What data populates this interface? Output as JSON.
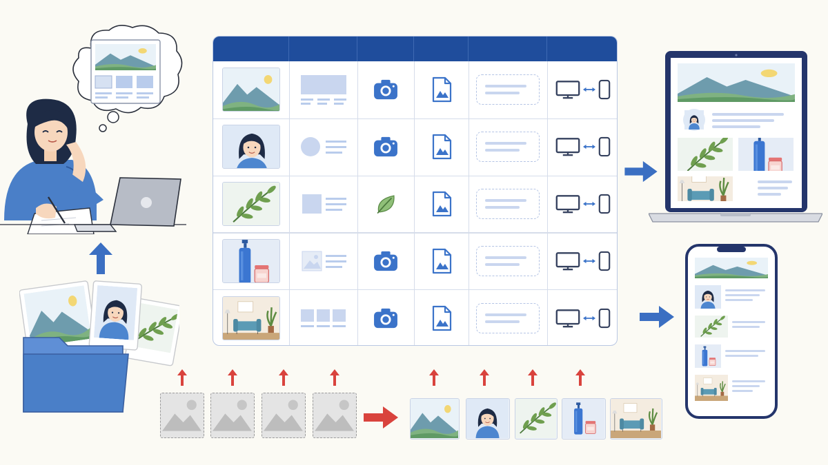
{
  "colors": {
    "header_blue": "#1f4d9c",
    "accent_blue": "#3b73c9",
    "arrow_red": "#d9433d",
    "light_blue": "#c9d6ef",
    "device_navy": "#24356b",
    "background": "#fbfaf4"
  },
  "icons": {
    "camera": "camera-icon",
    "image_file": "image-file-icon",
    "leaf": "leaf-icon",
    "monitor": "monitor-icon",
    "phone": "phone-icon",
    "folder": "folder-icon",
    "laptop": "laptop-icon",
    "arrow": "arrow-icon"
  },
  "table": {
    "header_labels": [
      "",
      "",
      "",
      "",
      "",
      ""
    ],
    "rows": [
      {
        "thumbnail": "landscape",
        "layout": "banner-text",
        "capture": "camera-icon",
        "file": "image-file-icon",
        "caption": "dashed-text-box",
        "devices": "monitor-phone"
      },
      {
        "thumbnail": "portrait",
        "layout": "avatar-text",
        "capture": "camera-icon",
        "file": "image-file-icon",
        "caption": "dashed-text-box",
        "devices": "monitor-phone"
      },
      {
        "thumbnail": "plant",
        "layout": "square-text",
        "capture": "leaf-icon",
        "file": "image-file-icon",
        "caption": "dashed-text-box",
        "devices": "monitor-phone"
      },
      {
        "thumbnail": "product",
        "layout": "image-text",
        "capture": "camera-icon",
        "file": "image-file-icon",
        "caption": "dashed-text-box",
        "devices": "monitor-phone"
      },
      {
        "thumbnail": "interior",
        "layout": "three-tiles",
        "capture": "camera-icon",
        "file": "image-file-icon",
        "caption": "dashed-text-box",
        "devices": "monitor-phone"
      }
    ]
  },
  "placeholders": {
    "count": 4,
    "state": "grey-empty"
  },
  "final_images": [
    "landscape",
    "portrait",
    "plant",
    "product",
    "interior"
  ]
}
